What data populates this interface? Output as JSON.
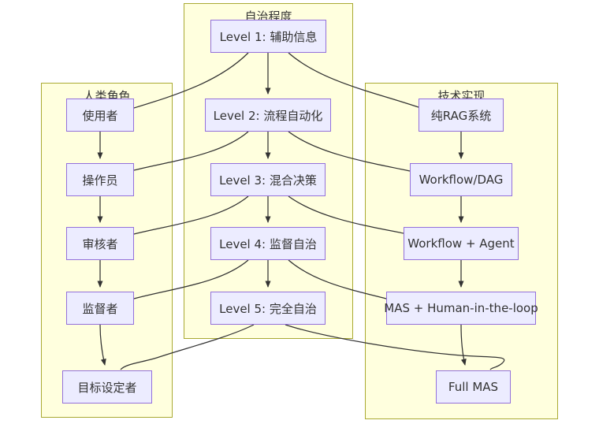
{
  "diagram": {
    "clusters": {
      "autonomy": {
        "title": "自治程度"
      },
      "human": {
        "title": "人类角色"
      },
      "tech": {
        "title": "技术实现"
      }
    },
    "nodes": {
      "l1": "Level 1: 辅助信息",
      "l2": "Level 2: 流程自动化",
      "l3": "Level 3: 混合决策",
      "l4": "Level 4: 监督自治",
      "l5": "Level 5: 完全自治",
      "user": "使用者",
      "operator": "操作员",
      "reviewer": "审核者",
      "supervisor": "监督者",
      "goal_setter": "目标设定者",
      "rag": "纯RAG系统",
      "dag": "Workflow/DAG",
      "wf_agent": "Workflow + Agent",
      "mas_hitl": "MAS + Human-in-the-loop",
      "full_mas": "Full MAS"
    },
    "edges": [
      {
        "from": "l1",
        "to": "l2",
        "arrow": true
      },
      {
        "from": "l2",
        "to": "l3",
        "arrow": true
      },
      {
        "from": "l3",
        "to": "l4",
        "arrow": true
      },
      {
        "from": "l4",
        "to": "l5",
        "arrow": true
      },
      {
        "from": "user",
        "to": "operator",
        "arrow": true
      },
      {
        "from": "operator",
        "to": "reviewer",
        "arrow": true
      },
      {
        "from": "reviewer",
        "to": "supervisor",
        "arrow": true
      },
      {
        "from": "supervisor",
        "to": "goal_setter",
        "arrow": true
      },
      {
        "from": "rag",
        "to": "dag",
        "arrow": true
      },
      {
        "from": "dag",
        "to": "wf_agent",
        "arrow": true
      },
      {
        "from": "wf_agent",
        "to": "mas_hitl",
        "arrow": true
      },
      {
        "from": "mas_hitl",
        "to": "full_mas",
        "arrow": true
      },
      {
        "from": "l1",
        "to": "user",
        "arrow": false
      },
      {
        "from": "l1",
        "to": "rag",
        "arrow": false
      },
      {
        "from": "l2",
        "to": "operator",
        "arrow": false
      },
      {
        "from": "l2",
        "to": "dag",
        "arrow": false
      },
      {
        "from": "l3",
        "to": "reviewer",
        "arrow": false
      },
      {
        "from": "l3",
        "to": "wf_agent",
        "arrow": false
      },
      {
        "from": "l4",
        "to": "supervisor",
        "arrow": false
      },
      {
        "from": "l4",
        "to": "mas_hitl",
        "arrow": false
      },
      {
        "from": "l5",
        "to": "goal_setter",
        "arrow": false
      },
      {
        "from": "l5",
        "to": "full_mas",
        "arrow": false
      }
    ],
    "colors": {
      "cluster_fill": "#ffffde",
      "cluster_border": "#aaaa33",
      "node_fill": "#ececff",
      "node_border": "#9370db",
      "edge": "#333333",
      "text": "#333333"
    }
  }
}
